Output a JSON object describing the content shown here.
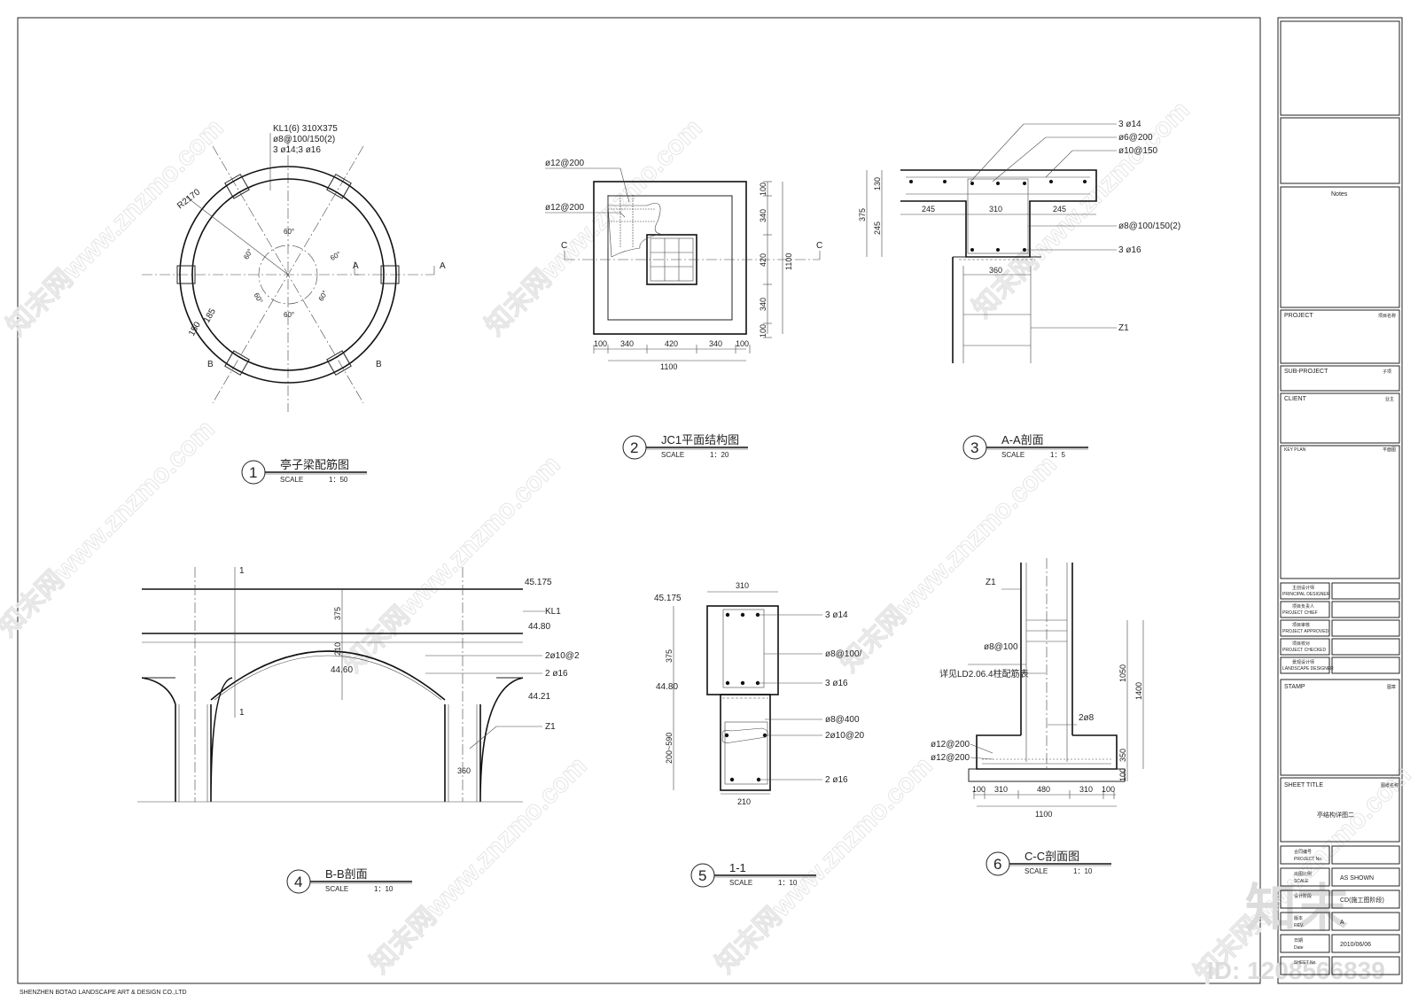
{
  "company": "SHENZHEN BOTAO LANDSCAPE  ART & DESIGN CO.,LTD",
  "watermark": {
    "text": "知末网www.znzmo.com",
    "logo": "知末",
    "id": "ID: 1208566839"
  },
  "scale_label": "SCALE",
  "views": [
    {
      "num": "1",
      "title": "亭子梁配筋图",
      "scale": "1：50"
    },
    {
      "num": "2",
      "title": "JC1平面结构图",
      "scale": "1：20"
    },
    {
      "num": "3",
      "title": "A-A剖面",
      "scale": "1：5"
    },
    {
      "num": "4",
      "title": "B-B剖面",
      "scale": "1：10"
    },
    {
      "num": "5",
      "title": "1-1",
      "scale": "1：10"
    },
    {
      "num": "6",
      "title": "C-C剖面图",
      "scale": "1：10"
    }
  ],
  "v1": {
    "note1": "KL1(6) 310X375",
    "note2": "ø8@100/150(2)",
    "note3": "3 ø14;3 ø16",
    "radius": "R2170",
    "angles": [
      "60°",
      "60°",
      "60°",
      "60°",
      "60°",
      "60°"
    ],
    "dimA": "150",
    "dimB": "185",
    "secA": "A",
    "secB": "B"
  },
  "v2": {
    "rebar1": "ø12@200",
    "rebar2": "ø12@200",
    "sec": "C",
    "hdims": [
      "100",
      "340",
      "420",
      "340",
      "100"
    ],
    "vdims": [
      "100",
      "340",
      "420",
      "340",
      "100"
    ],
    "total": "1100"
  },
  "v3": {
    "labels": [
      "3 ø14",
      "ø6@200",
      "ø10@150",
      "ø8@100/150(2)",
      "3 ø16",
      "Z1"
    ],
    "top": [
      "245",
      "310",
      "245"
    ],
    "col": "360",
    "v": [
      "130",
      "245",
      "375"
    ]
  },
  "v4": {
    "elev": [
      "45.175",
      "44.80",
      "44.60",
      "44.21"
    ],
    "labels": [
      "KL1",
      "2ø10@2",
      "2 ø16",
      "Z1"
    ],
    "d375": "375",
    "d210": "210",
    "d360": "360",
    "sec": "1"
  },
  "v5": {
    "top": "310",
    "bot": "210",
    "elev": [
      "45.175",
      "44.80"
    ],
    "v": [
      "375",
      "200~590"
    ],
    "labels": [
      "3 ø14",
      "ø8@100/",
      "3 ø16",
      "ø8@400",
      "2ø10@20",
      "2 ø16"
    ]
  },
  "v6": {
    "labels": [
      "Z1",
      "ø8@100",
      "详见LD2.06.4柱配筋表",
      "2ø8",
      "ø12@200",
      "ø12@200"
    ],
    "v": [
      "1050",
      "1400",
      "350",
      "100"
    ],
    "hdims": [
      "100",
      "310",
      "480",
      "310",
      "100"
    ],
    "total": "1100"
  },
  "titleblock": {
    "notes": "Notes",
    "project": "PROJECT",
    "project_cn": "项目名称",
    "subproject": "SUB-PROJECT",
    "subproject_cn": "子项",
    "client": "CLIENT",
    "client_cn": "业主",
    "keyplan": "KEY PLAN",
    "keyplan_cn": "平面图",
    "roles": [
      {
        "cn": "主创设计师",
        "en": "PRINCIPAL DESIGNER"
      },
      {
        "cn": "项目负责人",
        "en": "PROJECT CHIEF"
      },
      {
        "cn": "项目审核",
        "en": "PROJECT APPROVED"
      },
      {
        "cn": "项目校对",
        "en": "PROJECT CHECKED"
      },
      {
        "cn": "景观设计师",
        "en": "LANDSCAPE DESIGNER"
      }
    ],
    "stamp": "STAMP",
    "stamp_cn": "图章",
    "sheet_title": "SHEET TITLE",
    "sheet_title_cn": "图纸名称",
    "sheet_name": "亭结构详图二",
    "rows": [
      {
        "cn": "合同编号",
        "en": "PROJECT No.",
        "val": ""
      },
      {
        "cn": "出图比例",
        "en": "SCALE",
        "val": "AS SHOWN"
      },
      {
        "cn": "设计阶段",
        "en": "",
        "val": "CD(施工图阶段)"
      },
      {
        "cn": "版本",
        "en": "REV.",
        "val": "A"
      },
      {
        "cn": "日期",
        "en": "Date",
        "val": "2010/06/06"
      },
      {
        "cn": "SHEET No.",
        "en": "",
        "val": ""
      }
    ]
  }
}
